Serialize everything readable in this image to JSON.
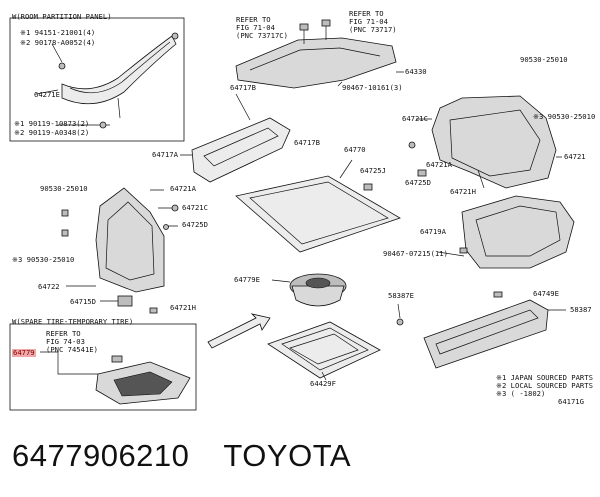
{
  "labels": {
    "room_partition_panel": "W(ROOM PARTITION PANEL)",
    "p94151": "※1 94151-21001(4)",
    "p90178": "※2 90178-A0052(4)",
    "p64271E": "64271E",
    "p90119a": "※1 90119-10873(2)",
    "p90119b": "※2 90119-A0348(2)",
    "ref_7104a_1": "REFER TO",
    "ref_7104a_2": "FIG 71-04",
    "ref_7104a_3": "(PNC 73717C)",
    "ref_7104b_1": "REFER TO",
    "ref_7104b_2": "FIG 71-04",
    "ref_7104b_3": "(PNC 73717)",
    "p64330": "64330",
    "p90467_10161": "90467-10161(3)",
    "p64717B": "64717B",
    "p64717A": "64717A",
    "p64717B_2": "64717B",
    "p64770": "64770",
    "p64725J": "64725J",
    "p90530_top": "90530-25010",
    "p64721C_r": "64721C",
    "p90530_r": "※3 90530-25010",
    "p64721A_r": "64721A",
    "p64721_r": "64721",
    "p64725D_r": "64725D",
    "p64721H_r": "64721H",
    "p90530_l": "90530-25010",
    "p64721A_l": "64721A",
    "p64721C_l": "64721C",
    "p64725D_l": "64725D",
    "p90530_l2": "※3 90530-25010",
    "p64722": "64722",
    "p64715D": "64715D",
    "p64721H_l": "64721H",
    "p64719A": "64719A",
    "p90467_07215": "90467-07215(11)",
    "p64779E": "64779E",
    "p58387E": "58387E",
    "p64749E": "64749E",
    "p58387": "58387",
    "spare_tire": "W(SPARE TIRE-TEMPORARY TIRE)",
    "ref_7403_1": "REFER TO",
    "ref_7403_2": "FIG 74-03",
    "ref_7403_3": "(PNC 74541E)",
    "p64779": "64779",
    "p64429F": "64429F",
    "note1": "※1 JAPAN SOURCED PARTS",
    "note2": "※2 LOCAL SOURCED PARTS",
    "note3": "※3 (      -1802)",
    "fig_code": "64171G"
  },
  "footer": {
    "part_number": "6477906210",
    "brand": "TOYOTA"
  }
}
